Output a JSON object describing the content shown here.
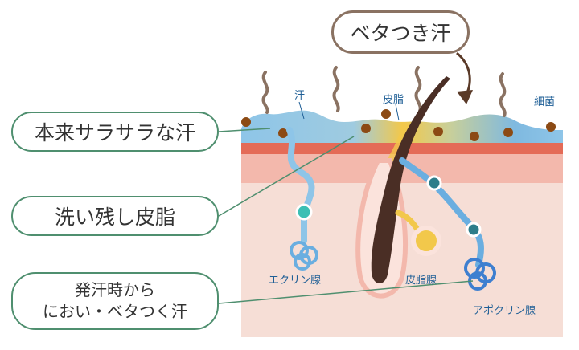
{
  "callout": {
    "label": "ベタつき汗"
  },
  "pills": {
    "sarasara": "本来サラサラな汗",
    "sebum": "洗い残し皮脂",
    "odor_line1": "発汗時から",
    "odor_line2": "におい・ベタつく汗"
  },
  "labels": {
    "sweat": "汗",
    "sebum": "皮脂",
    "bacteria": "細菌",
    "eccrine": "エクリン腺",
    "sebaceous": "皮脂腺",
    "apocrine": "アポクリン腺"
  },
  "colors": {
    "pill_border": "#4f8f6f",
    "callout_border": "#8a7262",
    "label_text": "#1f5f96",
    "sweat_blue": "#8ec5e8",
    "sebum_yellow": "#f2c84b",
    "skin_top": "#e46b57",
    "dermis": "#f6d9d0",
    "hair": "#4a2e25",
    "bacteria": "#8c4a14"
  }
}
